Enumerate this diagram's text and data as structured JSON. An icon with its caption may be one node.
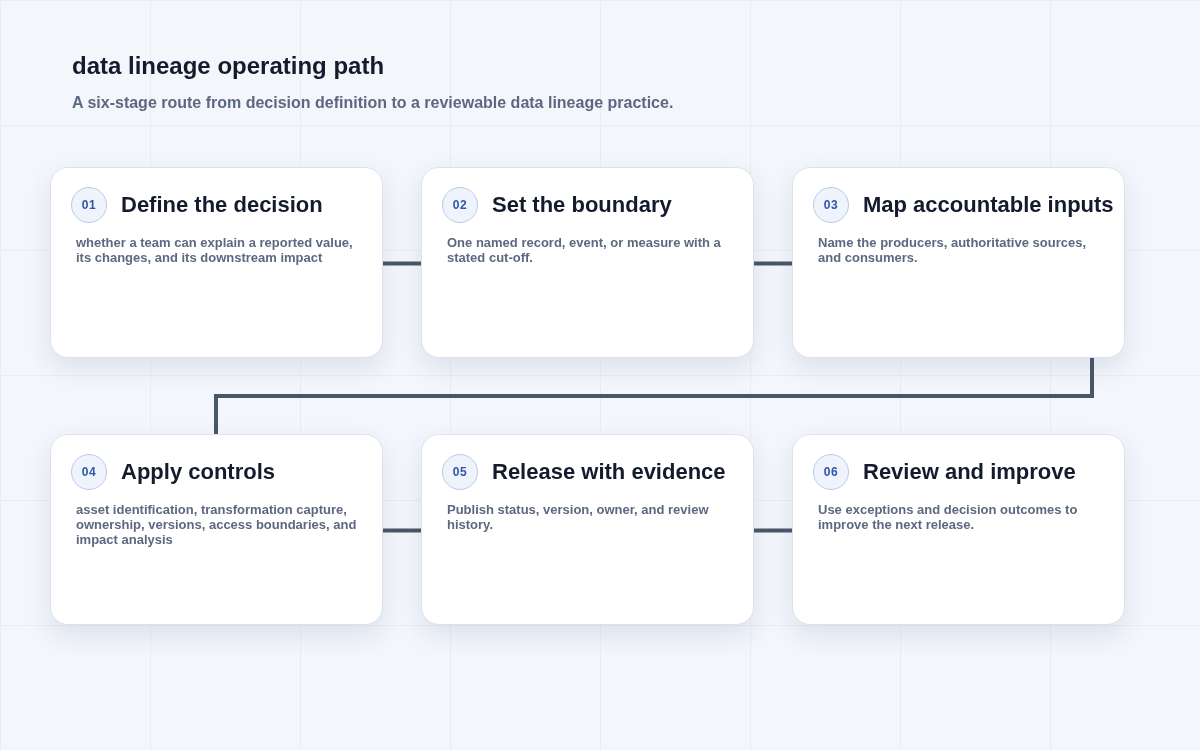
{
  "diagram": {
    "title": "data lineage operating path",
    "caption": "A six-stage route from decision definition to a reviewable data lineage practice.",
    "nodes": [
      {
        "text": [
          "01",
          "Define the decision",
          "whether a team can explain a reported value, its changes, and its downstream impact"
        ]
      },
      {
        "text": [
          "02",
          "Set the boundary",
          "One named record, event, or measure with a stated cut-off."
        ]
      },
      {
        "text": [
          "03",
          "Map accountable inputs",
          "Name the producers, authoritative sources, and consumers."
        ]
      },
      {
        "text": [
          "04",
          "Apply controls",
          "asset identification, transformation capture, ownership, versions, access boundaries, and impact analysis"
        ]
      },
      {
        "text": [
          "05",
          "Release with evidence",
          "Publish status, version, owner, and review history."
        ]
      },
      {
        "text": [
          "06",
          "Review and improve",
          "Use exceptions and decision outcomes to improve the next release."
        ]
      }
    ],
    "edges": [
      {
        "from": 0,
        "to": 1,
        "arrow": "none"
      },
      {
        "from": 1,
        "to": 2,
        "arrow": "none"
      },
      {
        "from": 2,
        "to": 3,
        "arrow": "none"
      },
      {
        "from": 3,
        "to": 4,
        "arrow": "none"
      },
      {
        "from": 4,
        "to": 5,
        "arrow": "none"
      }
    ]
  }
}
